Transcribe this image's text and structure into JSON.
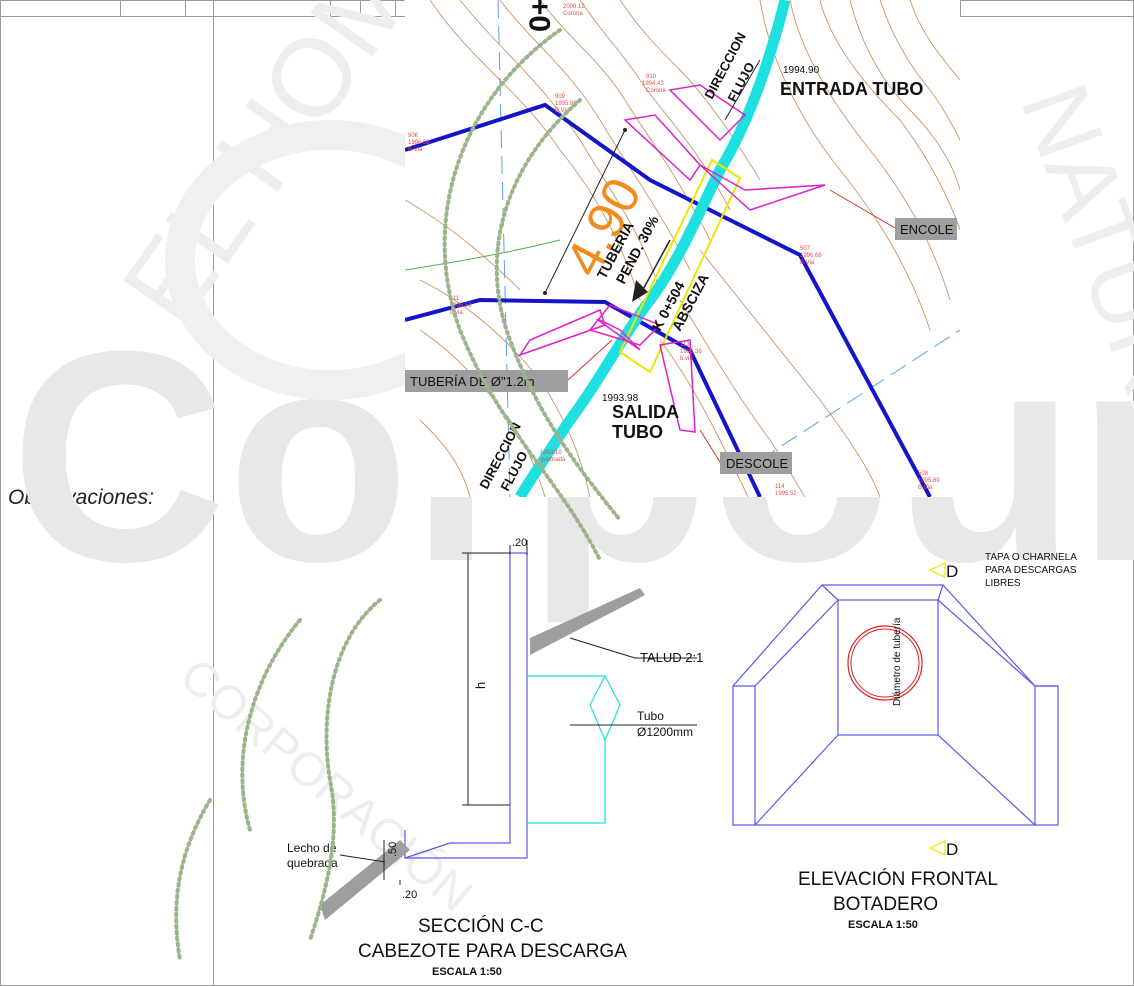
{
  "observations_label": "Observaciones:",
  "plan": {
    "station_label": "0+",
    "dimension_value": "4.90",
    "flow_direction_top": [
      "DIRECCION",
      "FLUJO"
    ],
    "flow_direction_bottom": [
      "DIRECCION",
      "FLUJO"
    ],
    "inlet_title": "ENTRADA TUBO",
    "inlet_elevation": "1994.90",
    "outlet_title": [
      "SALIDA",
      "TUBO"
    ],
    "outlet_elevation": "1993.98",
    "pipe_slope": [
      "TUBERIA",
      "PEND. 30%"
    ],
    "abscissa": [
      "K 0+504",
      "ABSCIZA"
    ],
    "inlet_callout": "ENCOLE",
    "outlet_callout": "DESCOLE",
    "pipe_callout": "TUBERÍA DE Ø\"1.2m",
    "points": [
      {
        "id": "910",
        "elev": "1994.43",
        "desc": "Corona"
      },
      {
        "id": "909",
        "elev": "1995.68",
        "desc": "B.Via"
      },
      {
        "id": "906",
        "elev": "1996.68",
        "desc": "B.Via"
      },
      {
        "id": "507",
        "elev": "1996.68",
        "desc": "B.Via"
      },
      {
        "id": "111",
        "elev": "1995.58",
        "desc": "b.via"
      },
      {
        "id": "113",
        "elev": "1995.36",
        "desc": "b.via"
      },
      {
        "id": "114",
        "elev": "1995.52",
        "desc": ""
      },
      {
        "id": "508",
        "elev": "1995.69",
        "desc": "B.Via"
      },
      {
        "id": "",
        "elev": "1993.10",
        "desc": "quebrada"
      },
      {
        "id": "",
        "elev": "2000.12",
        "desc": "Corona"
      }
    ]
  },
  "section": {
    "top_thickness": ".20",
    "height_symbol": "h",
    "slope_label": "TALUD 2:1",
    "pipe_label": [
      "Tubo",
      "Ø1200mm"
    ],
    "bed_label": [
      "Lecho de",
      "quebrada"
    ],
    "base_height": ".50",
    "base_thickness": ".20",
    "title": [
      "SECCIÓN C-C",
      "CABEZOTE PARA DESCARGA"
    ],
    "scale": "ESCALA 1:50"
  },
  "elevation": {
    "section_marker": "D",
    "note": [
      "TAPA O CHARNELA",
      "PARA DESCARGAS",
      "LIBRES"
    ],
    "pipe_diameter_label": "Diámetro de tubería",
    "title": [
      "ELEVACIÓN FRONTAL",
      "BOTADERO"
    ],
    "scale": "ESCALA 1:50"
  },
  "watermark": {
    "text_top": "EL HOMBRE",
    "text_right": "NATURALEZA",
    "text_big": "Corpoure",
    "text_seal": "CORPORACIÓN"
  },
  "colors": {
    "road_blue": "#1414c8",
    "pipe_cyan": "#1ee0e0",
    "structure_magenta": "#e020c8",
    "abscissa_yellow": "#e8e800",
    "dimension_orange": "#f08c1e",
    "contour_brown": "#c89664",
    "callout_gray": "#9e9e9e",
    "seal_green": "#9bb48c",
    "drawing_blue": "#5a5ae6"
  }
}
